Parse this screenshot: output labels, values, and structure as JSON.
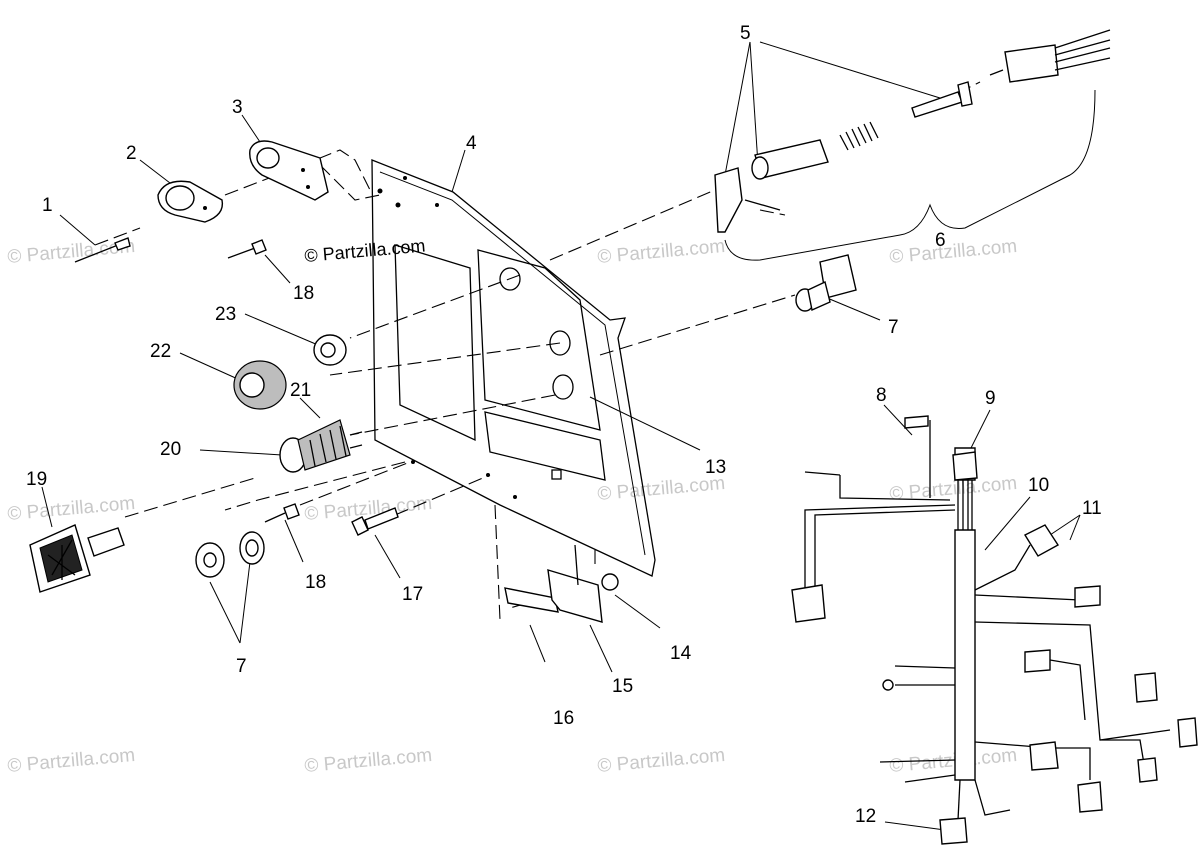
{
  "watermark": "© Partzilla.com",
  "watermark_main": "© Partzilla.com",
  "callouts": {
    "c1": "1",
    "c2": "2",
    "c3": "3",
    "c4": "4",
    "c5": "5",
    "c6": "6",
    "c7a": "7",
    "c7b": "7",
    "c8": "8",
    "c9": "9",
    "c10": "10",
    "c11": "11",
    "c12": "12",
    "c13": "13",
    "c14": "14",
    "c15": "15",
    "c16": "16",
    "c17": "17",
    "c18a": "18",
    "c18b": "18",
    "c19": "19",
    "c20": "20",
    "c21": "21",
    "c22": "22",
    "c23": "23"
  }
}
